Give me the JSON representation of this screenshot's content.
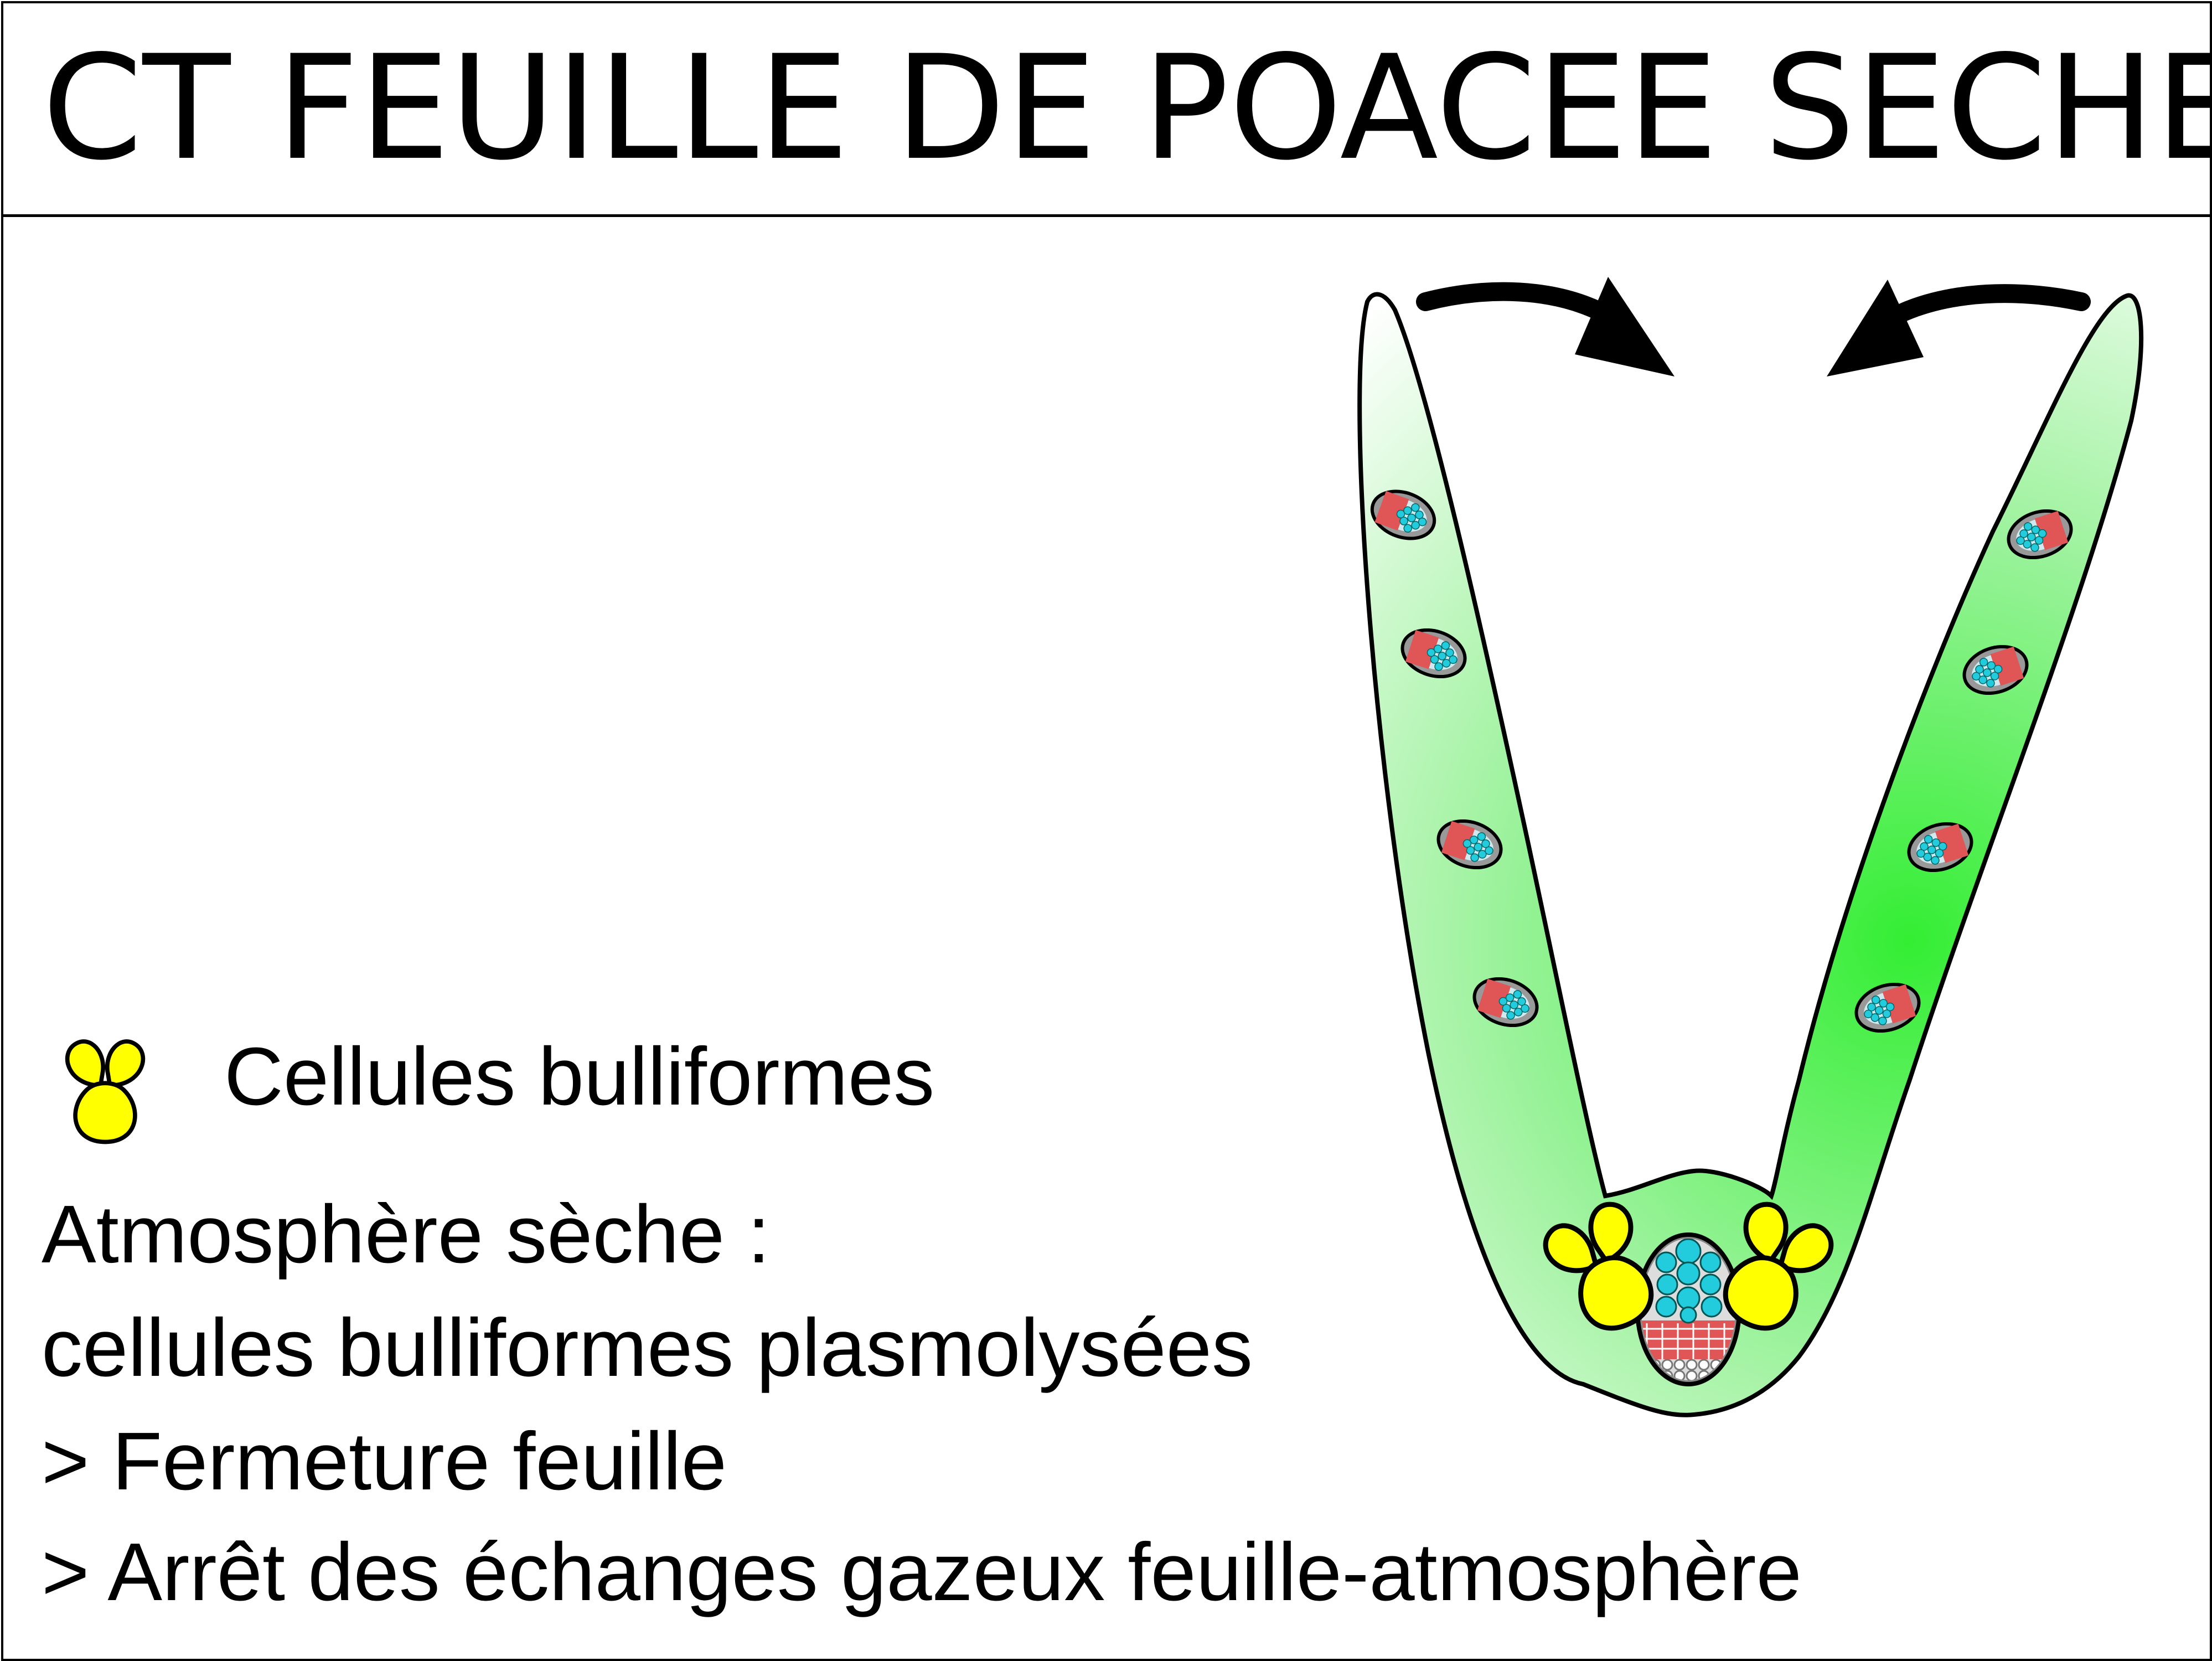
{
  "title": "CT FEUILLE DE POACEE SECHE",
  "legend": {
    "icon": "bulliform-cells-icon",
    "label": "Cellules bulliformes"
  },
  "notes": [
    "Atmosphère sèche :",
    "cellules bulliformes plasmolysées",
    "> Fermeture feuille",
    "> Arrêt des échanges gazeux feuille-atmosphère"
  ],
  "colors": {
    "leaf_green": "#33ee33",
    "bulliform_yellow": "#ffff00",
    "xylem_cyan": "#22ccdd",
    "phloem_red": "#e05555",
    "sheath_grey": "#999999"
  }
}
